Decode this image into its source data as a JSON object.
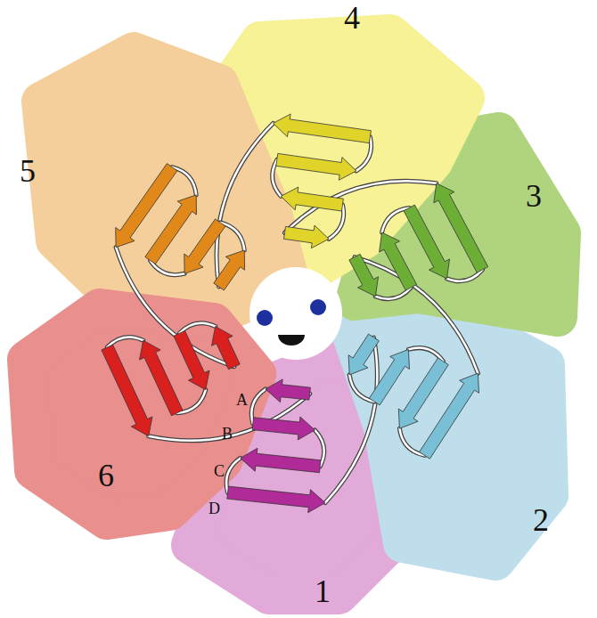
{
  "diagram": {
    "labels": [
      "4",
      "3",
      "5",
      "2",
      "6",
      "1",
      "A",
      "B",
      "C",
      "D"
    ]
  }
}
